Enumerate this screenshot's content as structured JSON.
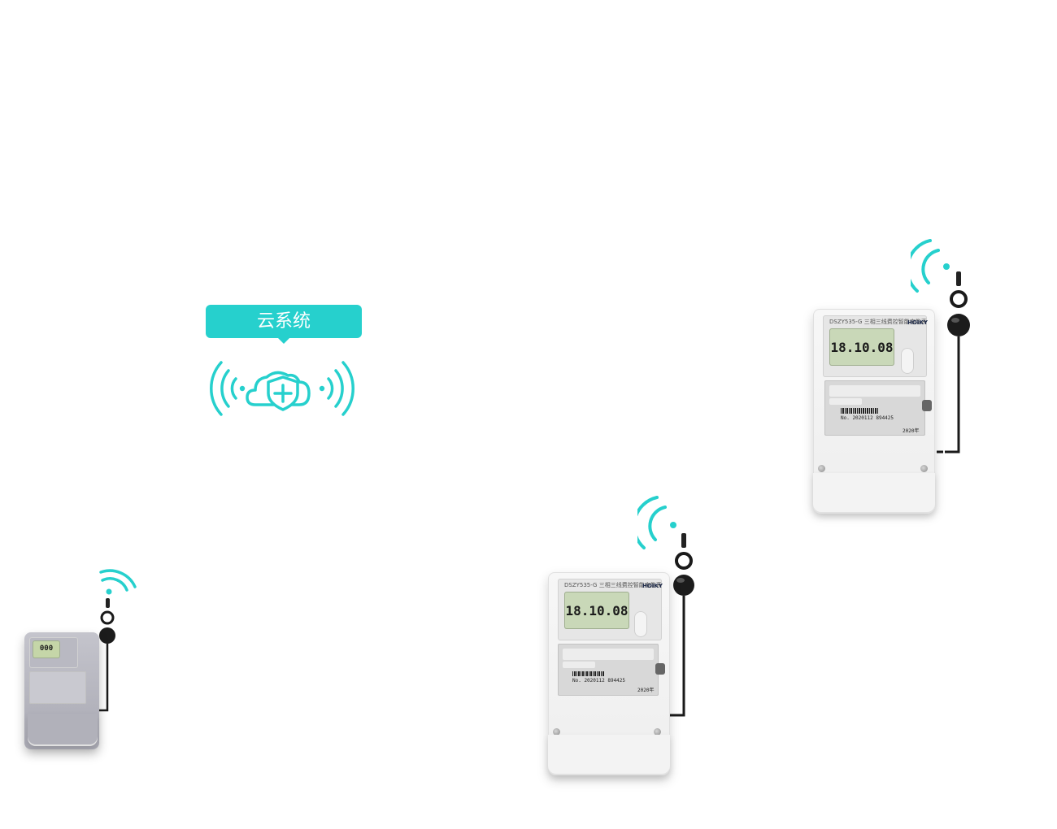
{
  "cloud": {
    "label": "云系统",
    "icon": "cloud-shield-icon",
    "accent": "#26d0cd"
  },
  "meters": [
    {
      "model": "DSZY535-G 三相三线费控智能电能表",
      "brand": "HOIKY",
      "display": "18.10.08",
      "serial": "No. 2020112 894425",
      "year": "2020年"
    },
    {
      "model": "DSZY535-G 三相三线费控智能电能表",
      "brand": "HOIKY",
      "display": "18.10.08",
      "serial": "No. 2020112 894425",
      "year": "2020年"
    },
    {
      "display": "000"
    }
  ],
  "colors": {
    "wifi": "#26d0cd",
    "meter_body": "#f0f0f0",
    "lcd": "#c9d8b8"
  }
}
